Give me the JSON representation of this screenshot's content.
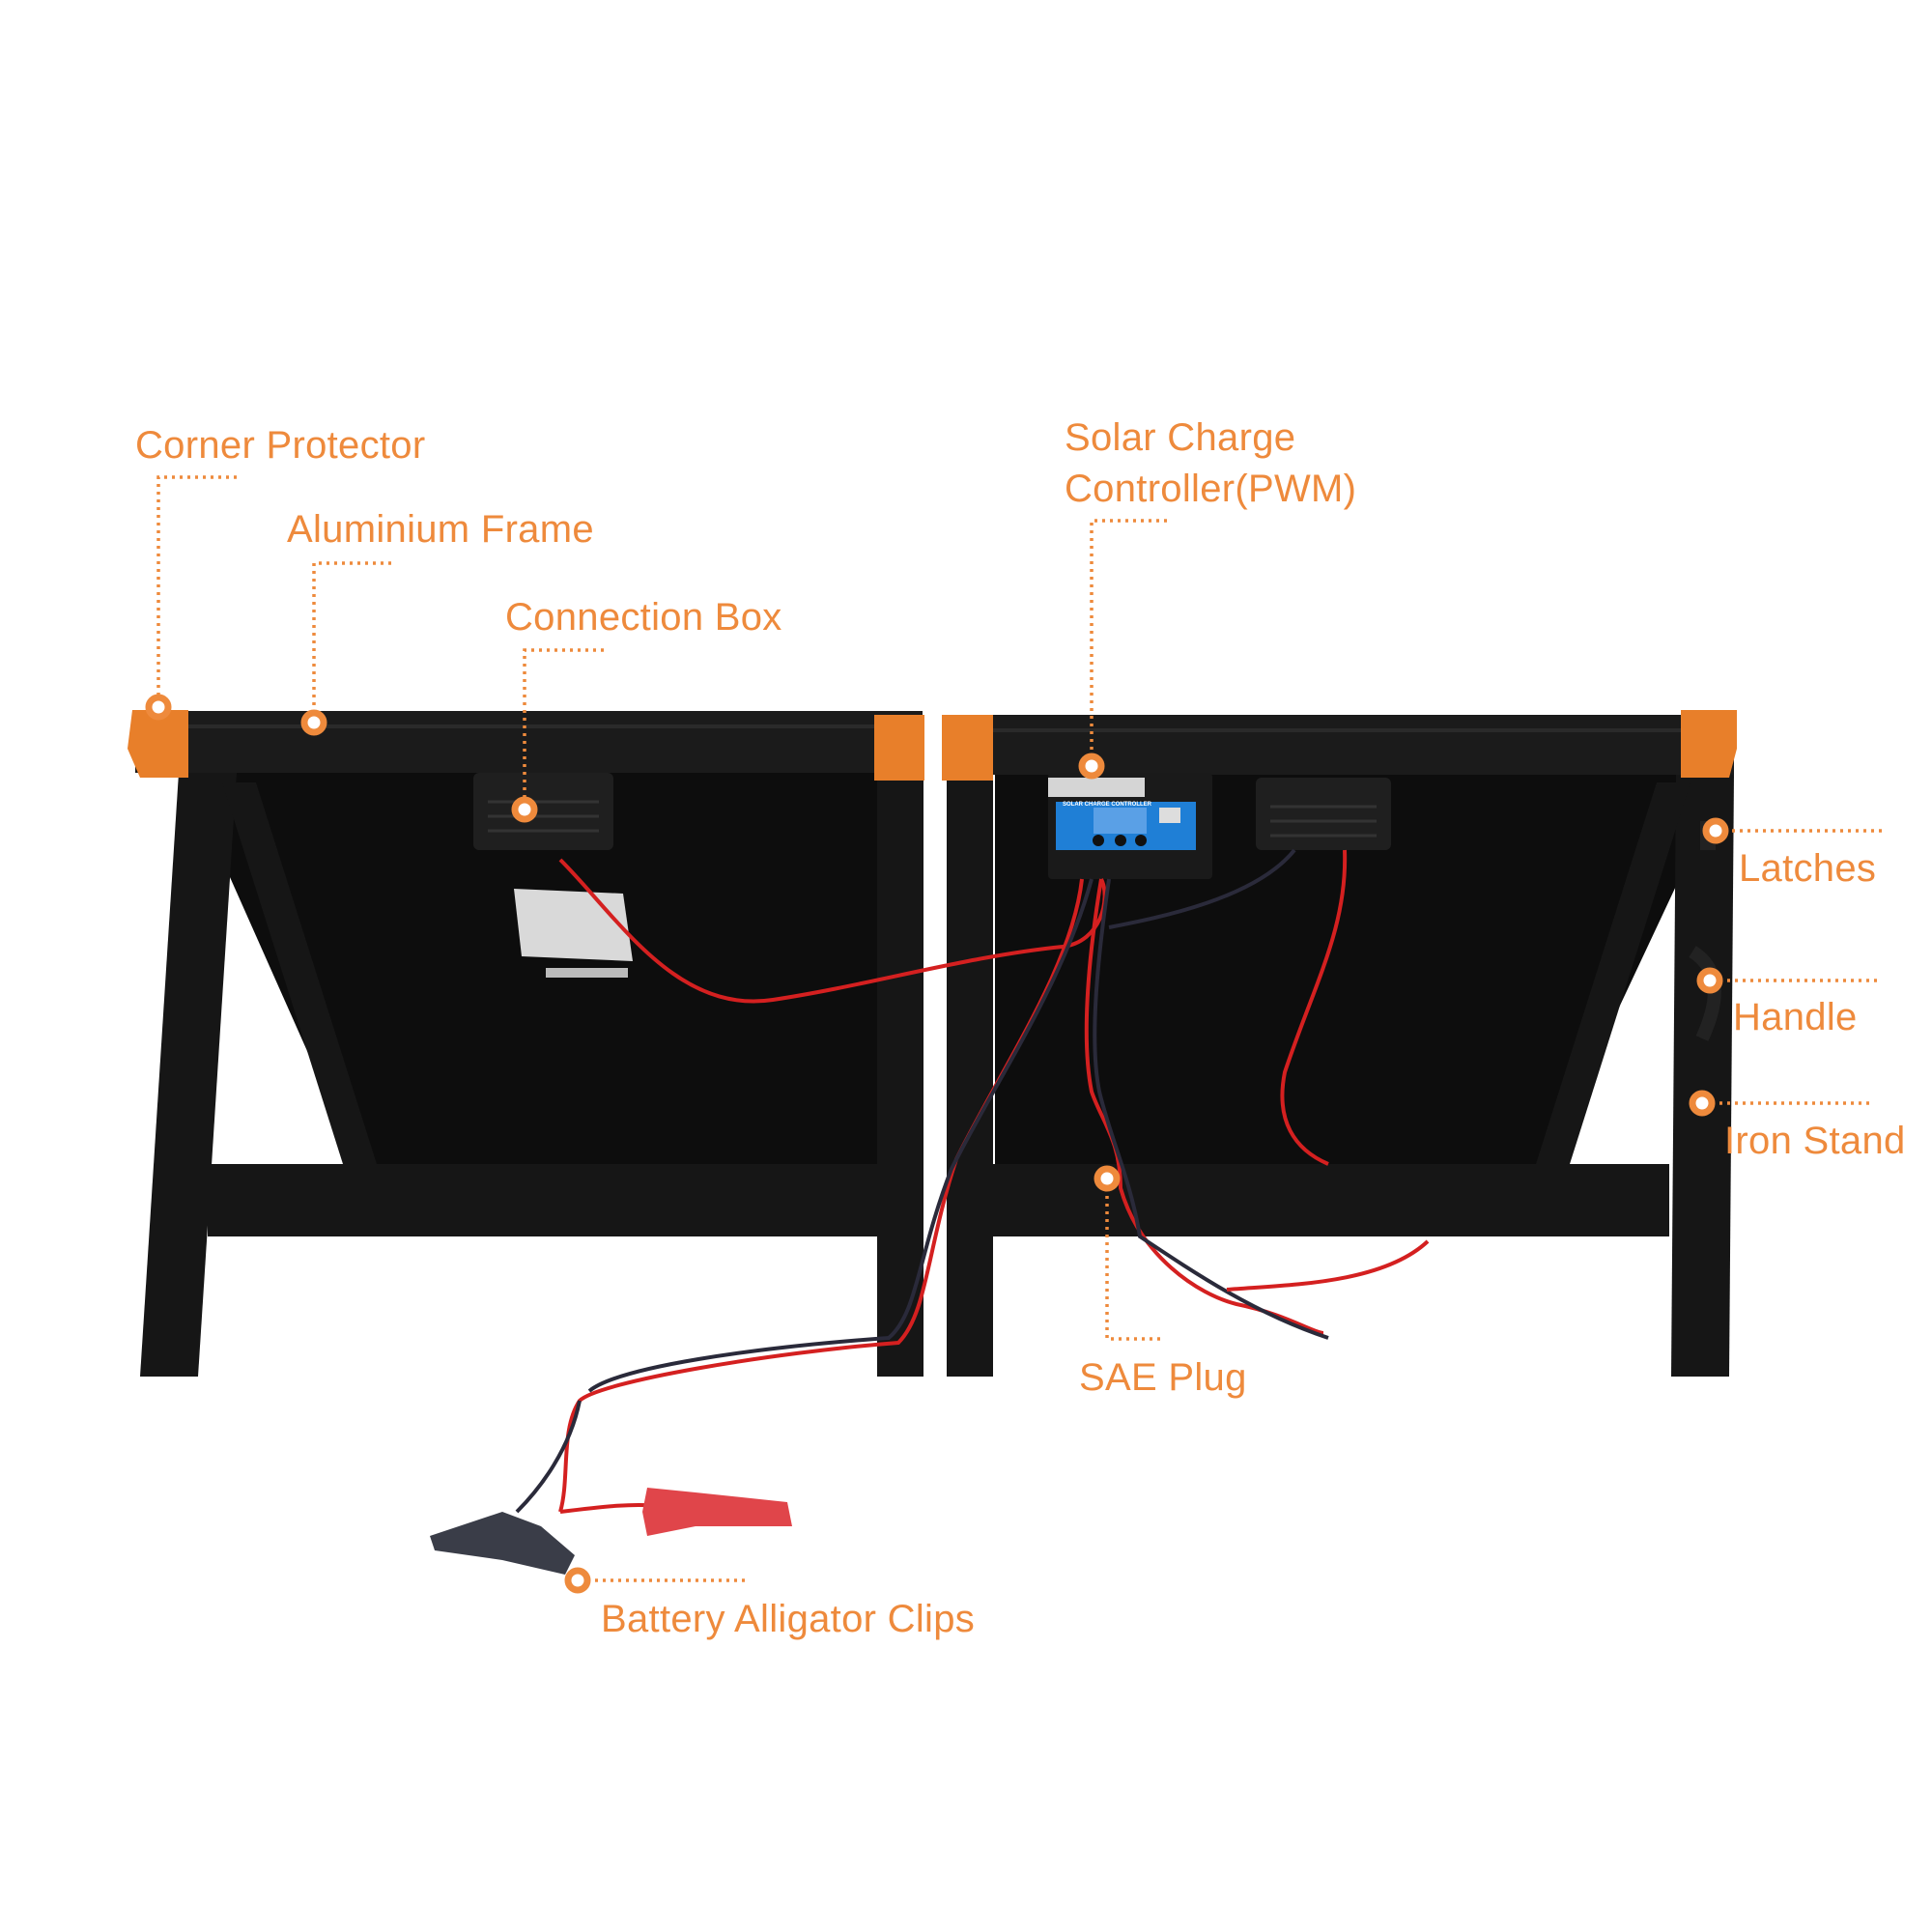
{
  "accent_color": "#EE8A3C",
  "labels": {
    "corner_protector": "Corner Protector",
    "aluminium_frame": "Aluminium Frame",
    "connection_box": "Connection Box",
    "controller_line1": "Solar Charge",
    "controller_line2": "Controller(PWM)",
    "latches": "Latches",
    "handle": "Handle",
    "iron_stand": "Iron Stand",
    "sae_plug": "SAE Plug",
    "alligator_clips": "Battery Alligator Clips"
  },
  "controller_screen_text": "SOLAR CHARGE CONTROLLER"
}
